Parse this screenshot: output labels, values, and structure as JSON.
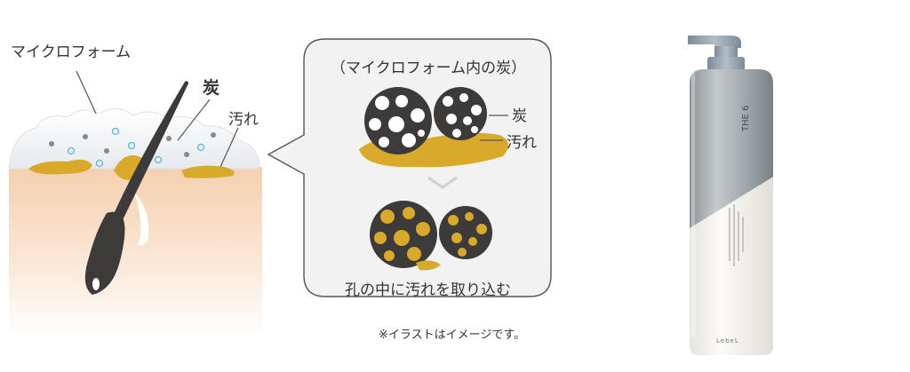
{
  "scalp": {
    "label_microfoam": "マイクロフォーム",
    "label_charcoal": "炭",
    "label_dirt": "汚れ"
  },
  "bubble": {
    "title": "（マイクロフォーム内の炭）",
    "label_charcoal": "炭",
    "label_dirt": "汚れ",
    "caption": "孔の中に汚れを取り込む"
  },
  "note": "※イラストはイメージです。",
  "product": {
    "brand_side": "THE 6",
    "logo": "LebeL"
  },
  "colors": {
    "charcoal": "#3d3a3a",
    "dirt": "#d8a92a",
    "skin_top": "#f6d9c0",
    "skin_bottom": "#ffffff",
    "foam": "#eceef1",
    "bottle_metal": "#9aa0a4",
    "bottle_white": "#f7f5f1",
    "bubble_border": "#555555"
  }
}
